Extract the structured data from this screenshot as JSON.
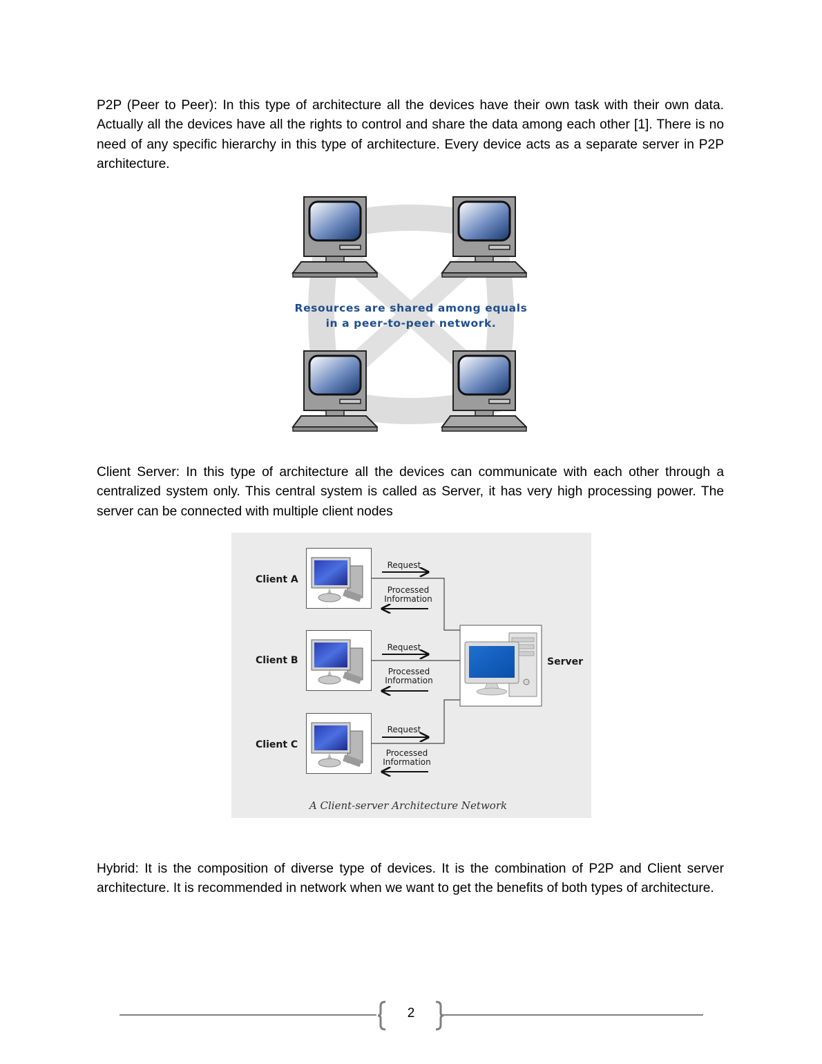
{
  "paragraphs": {
    "p2p": "P2P (Peer to Peer): In this type of architecture all the devices have their own task with their own data. Actually all the devices have all the rights to control and share the data among each other [1]. There is no need of any specific hierarchy in this type of architecture. Every device acts as a separate server in P2P architecture.",
    "client_server": "Client Server: In this type of architecture all the devices can communicate with each other through a centralized system only. This central system is called as Server, it has very high processing power. The server can be connected with multiple client nodes",
    "hybrid": "Hybrid: It is the composition of diverse type of devices. It is the combination of P2P and Client server architecture. It is recommended in network when we want to get the benefits of both types of architecture."
  },
  "p2p_figure": {
    "caption_line1": "Resources are shared among equals",
    "caption_line2": "in a peer-to-peer network.",
    "caption_color": "#1f4e8c"
  },
  "client_server_figure": {
    "clients": [
      {
        "label": "Client A",
        "request": "Request",
        "response_line1": "Processed",
        "response_line2": "Information"
      },
      {
        "label": "Client B",
        "request": "Request",
        "response_line1": "Processed",
        "response_line2": "Information"
      },
      {
        "label": "Client C",
        "request": "Request",
        "response_line1": "Processed",
        "response_line2": "Information"
      }
    ],
    "server_label": "Server",
    "caption": "A Client-server Architecture Network"
  },
  "footer": {
    "page_number": "2"
  }
}
